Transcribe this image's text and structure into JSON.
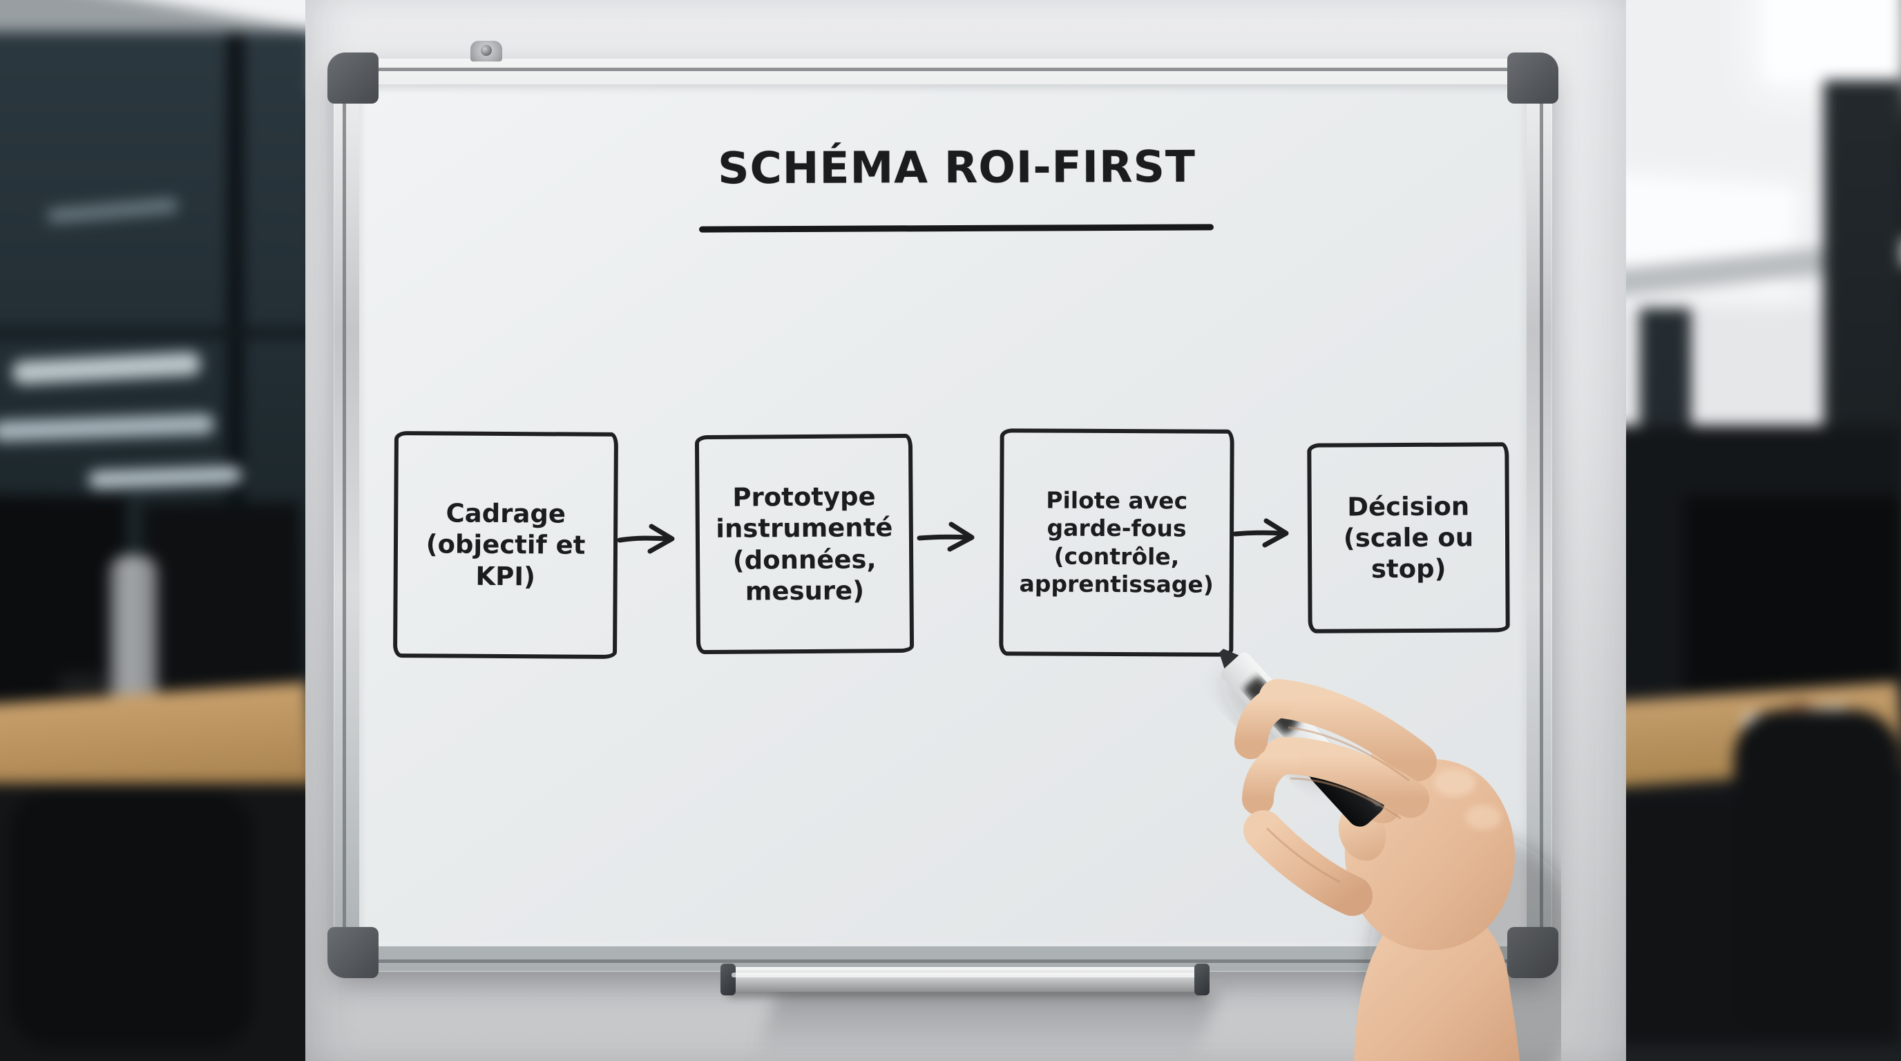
{
  "whiteboard": {
    "title": "SCHÉMA ROI-FIRST",
    "boxes": [
      {
        "id": "cadrage",
        "label": "Cadrage (objectif et KPI)",
        "lines": [
          "Cadrage",
          "(objectif et",
          "KPI)",
          ""
        ]
      },
      {
        "id": "prototype",
        "label": "Prototype instrumenté (données, mesure)",
        "lines": [
          "Prototype",
          "instrumenté",
          "(données,",
          "mesure)"
        ]
      },
      {
        "id": "pilote",
        "label": "Pilote avec garde-fous (contrôle, apprentissage)",
        "lines": [
          "Pilote avec",
          "garde-fous",
          "(contrôle,",
          "apprentissage)"
        ]
      },
      {
        "id": "decision",
        "label": "Décision (scale ou stop)",
        "lines": [
          "Décision",
          "(scale ou",
          "stop)",
          ""
        ]
      }
    ],
    "edges": [
      {
        "from": "cadrage",
        "to": "prototype",
        "glyph": "→"
      },
      {
        "from": "prototype",
        "to": "pilote",
        "glyph": "→"
      },
      {
        "from": "pilote",
        "to": "decision",
        "glyph": "→"
      }
    ]
  },
  "diagram": {
    "type": "flowchart",
    "direction": "left-to-right",
    "node_count": 4,
    "arrow_count": 3
  },
  "colors": {
    "ink": "#1f2022",
    "board_surface": "#e9eced",
    "frame_silver": "#c3c5c7",
    "corner_cap": "#54585c",
    "wall": "#e0e1e3",
    "desk_wood": "#bf9867",
    "marker_body": "#f4f4f4",
    "marker_cap": "#121212",
    "skin": "#e8c3a2"
  }
}
